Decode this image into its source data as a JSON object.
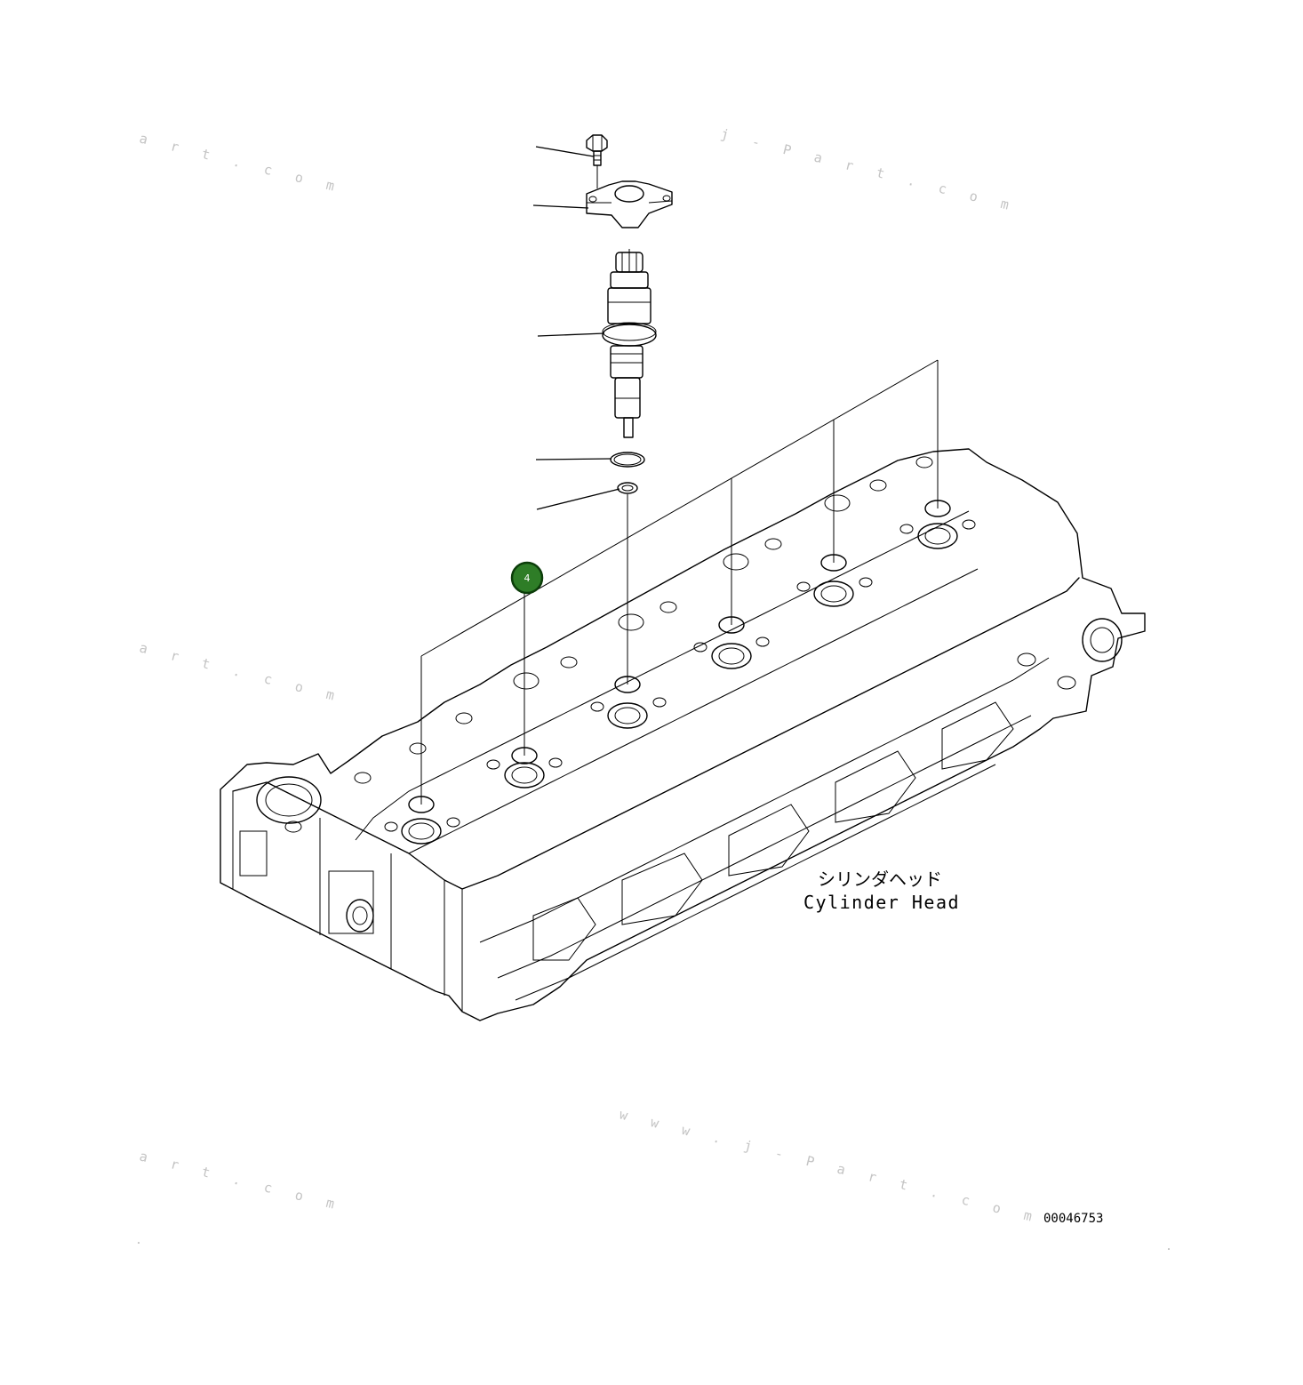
{
  "diagram": {
    "callouts": [
      {
        "number": "4",
        "color": "#2e7d27"
      }
    ],
    "part_label_jp": "シリンダヘッド",
    "part_label_en": "Cylinder Head",
    "drawing_number": "00046753",
    "watermarks": [
      "a r t . c o m",
      "j - P a r t . c o m",
      "a r t . c o m",
      "w w w . j - P a r t . c o m",
      "a r t . c o m"
    ],
    "line_color": "#000000"
  }
}
